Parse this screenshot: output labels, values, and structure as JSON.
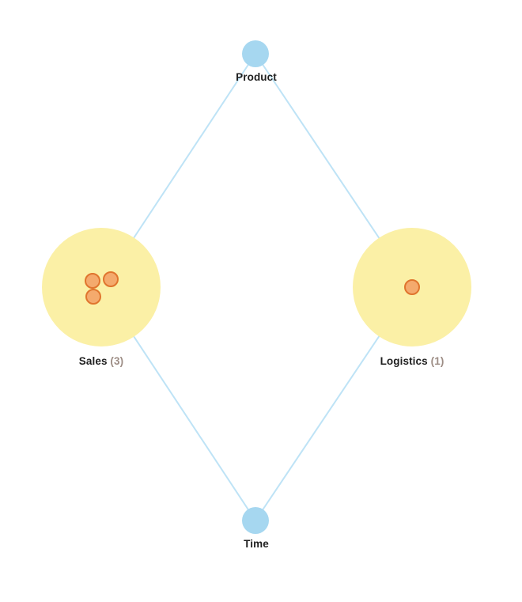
{
  "diagram": {
    "type": "graph",
    "nodes": [
      {
        "id": "product",
        "label": "Product",
        "color": "#a6d7f0"
      },
      {
        "id": "sales",
        "label": "Sales",
        "count": "(3)",
        "items": 3,
        "color": "#fbf0a6",
        "item_color": "#f4aa6d",
        "item_border_color": "#e0752e"
      },
      {
        "id": "logistics",
        "label": "Logistics",
        "count": "(1)",
        "items": 1,
        "color": "#fbf0a6",
        "item_color": "#f4aa6d",
        "item_border_color": "#e0752e"
      },
      {
        "id": "time",
        "label": "Time",
        "color": "#a6d7f0"
      }
    ],
    "edges": [
      {
        "from": "Product",
        "to": "Sales"
      },
      {
        "from": "Product",
        "to": "Logistics"
      },
      {
        "from": "Sales",
        "to": "Time"
      },
      {
        "from": "Logistics",
        "to": "Time"
      }
    ],
    "edge_color": "#bee3f6",
    "label_color": "#1f1f1f",
    "count_color": "#9d8d85"
  }
}
